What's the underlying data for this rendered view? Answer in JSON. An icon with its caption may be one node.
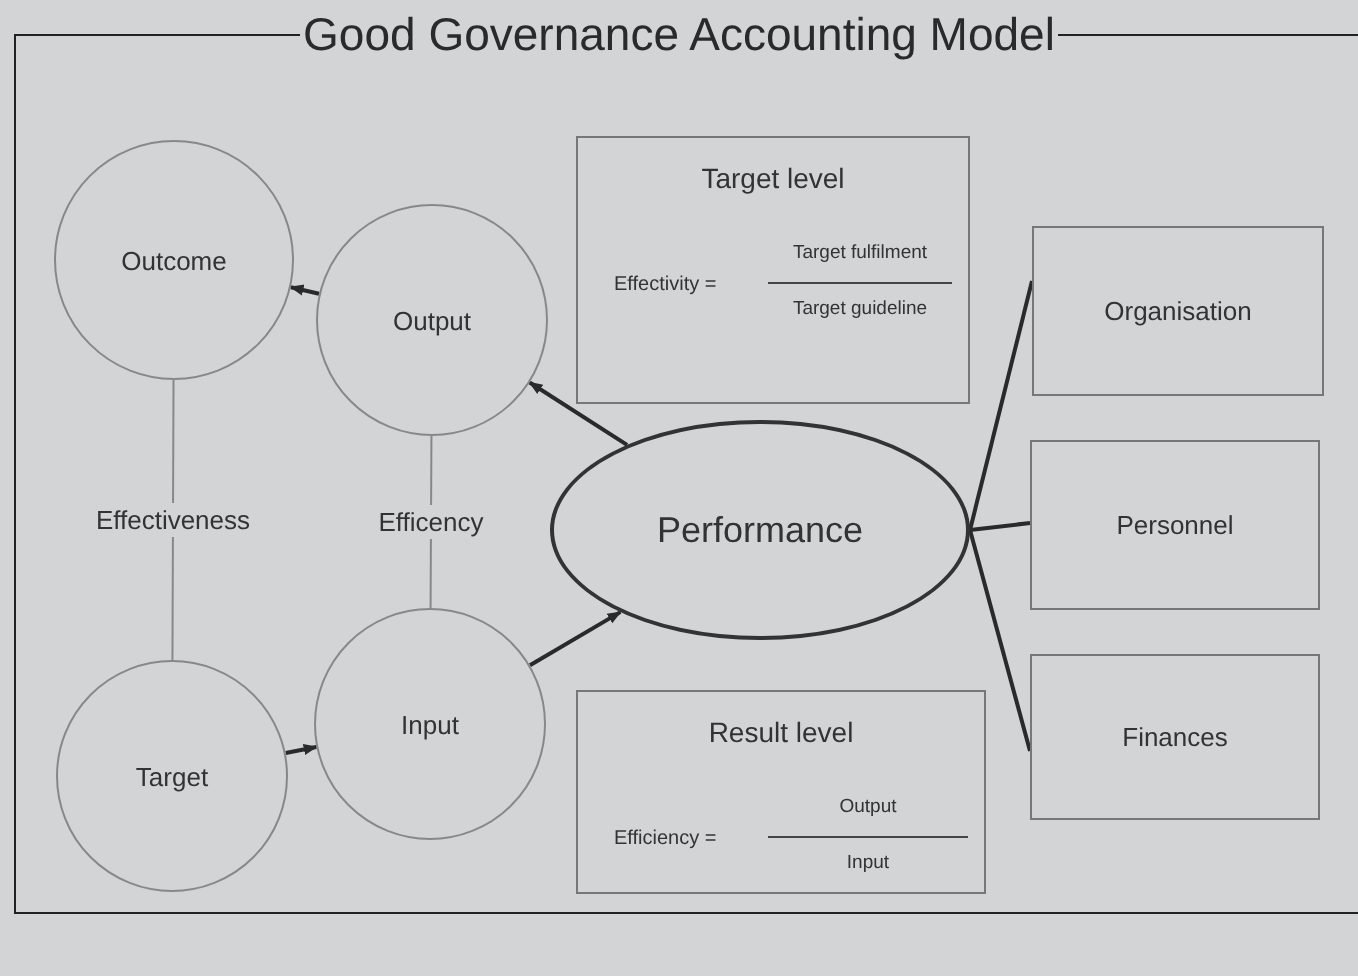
{
  "diagram": {
    "title": "Good Governance Accounting Model",
    "nodes": [
      {
        "text": [
          "Outcome"
        ]
      },
      {
        "text": [
          "Output"
        ]
      },
      {
        "text": [
          "Target"
        ]
      },
      {
        "text": [
          "Input"
        ]
      },
      {
        "text": [
          "Performance"
        ]
      },
      {
        "text": [
          "Target level",
          "Effectivity =",
          "Target fulfilment",
          "Target guideline"
        ]
      },
      {
        "text": [
          "Result level",
          "Efficiency =",
          "Output",
          "Input"
        ]
      },
      {
        "text": [
          "Organisation"
        ]
      },
      {
        "text": [
          "Personnel"
        ]
      },
      {
        "text": [
          "Finances"
        ]
      }
    ],
    "edges": [
      {
        "from": 1,
        "to": 0,
        "arrow": "to"
      },
      {
        "from": 4,
        "to": 1,
        "arrow": "to"
      },
      {
        "from": 3,
        "to": 4,
        "arrow": "to"
      },
      {
        "from": 2,
        "to": 3,
        "arrow": "to"
      },
      {
        "from": 0,
        "to": 2,
        "arrow": "none",
        "label": "Effectiveness",
        "color": "#888888"
      },
      {
        "from": 1,
        "to": 3,
        "arrow": "none",
        "label": "Efficency",
        "color": "#888888"
      },
      {
        "from": 4,
        "to": 7,
        "arrow": "none"
      },
      {
        "from": 4,
        "to": 8,
        "arrow": "none"
      },
      {
        "from": 4,
        "to": 9,
        "arrow": "none"
      }
    ]
  }
}
